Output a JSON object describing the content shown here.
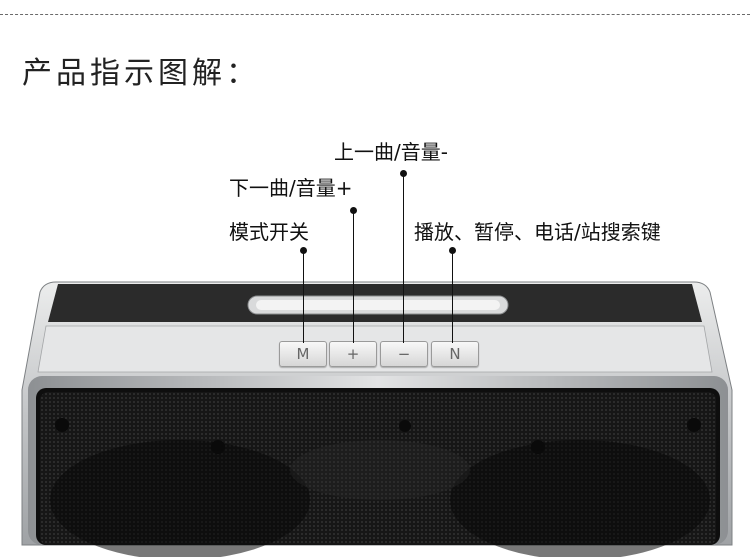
{
  "page": {
    "title": "产品指示图解："
  },
  "callouts": {
    "mode": "模式开关",
    "prev_vol_up": "下一曲/音量+",
    "next_vol_down": "上一曲/音量-",
    "play_pause_call": "播放、暂停、电话/站搜索键"
  },
  "buttons": {
    "mode": "M",
    "plus": "+",
    "minus": "−",
    "play": "N"
  },
  "colors": {
    "body_silver": "#c8c9cb",
    "grille": "#1c1c1c",
    "top_panel": "#2a2a2a"
  }
}
